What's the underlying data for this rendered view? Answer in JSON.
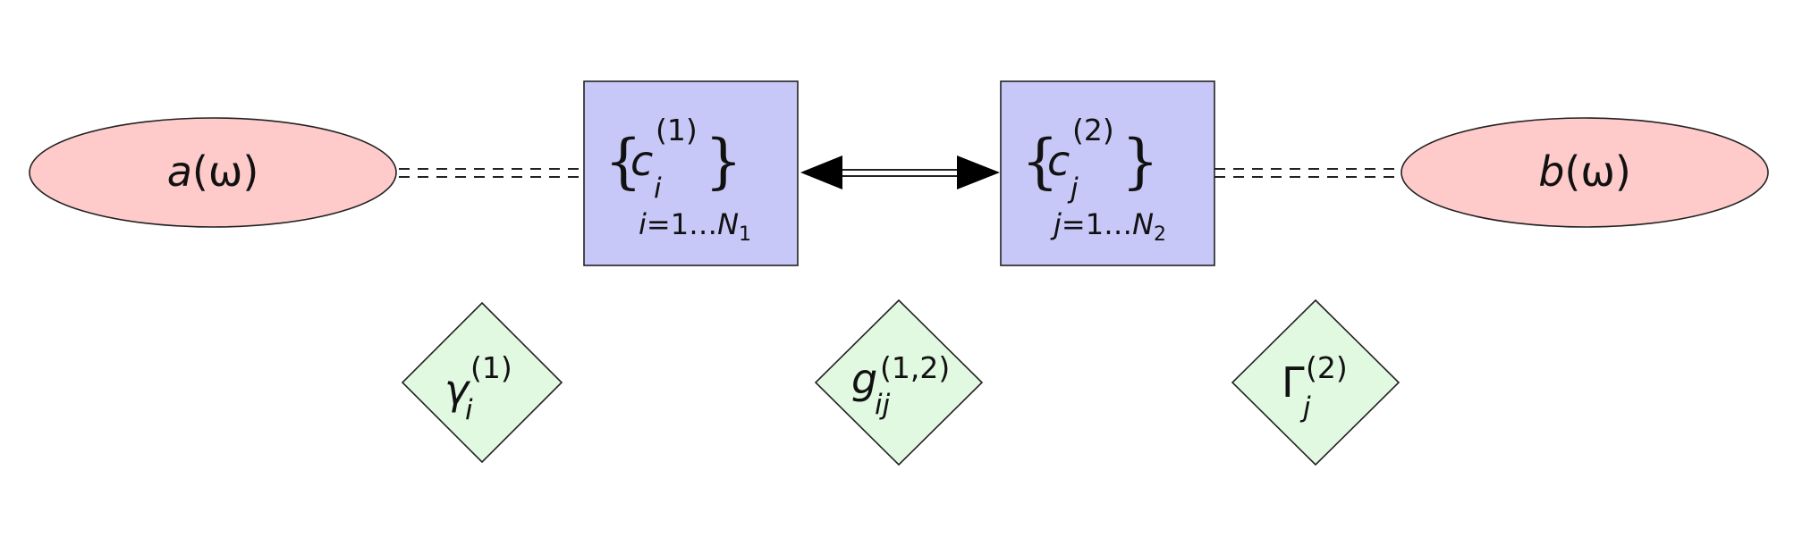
{
  "colors": {
    "ellipse_fill": "#fecaca",
    "box_fill": "#c8c8f8",
    "diamond_fill": "#e1f8e1",
    "stroke": "#222222"
  },
  "left_source": {
    "func": "a",
    "arg": "(ω)"
  },
  "right_source": {
    "func": "b",
    "arg": "(ω)"
  },
  "box_1": {
    "brace_open": "{",
    "brace_close": "}",
    "symbol": "c",
    "subscript": "i",
    "superscript": "(1)",
    "range_index": "i",
    "range_eq": "=1…",
    "range_N": "N",
    "range_N_sub": "1"
  },
  "box_2": {
    "brace_open": "{",
    "brace_close": "}",
    "symbol": "c",
    "subscript": "j",
    "superscript": "(2)",
    "range_index": "j",
    "range_eq": "=1…",
    "range_N": "N",
    "range_N_sub": "2"
  },
  "diamond_left": {
    "symbol": "γ",
    "subscript": "i",
    "superscript": "(1)"
  },
  "diamond_center": {
    "symbol": "g",
    "subscript": "ij",
    "superscript": "(1,2)"
  },
  "diamond_right": {
    "symbol": "Γ",
    "subscript": "j",
    "superscript": "(2)"
  }
}
